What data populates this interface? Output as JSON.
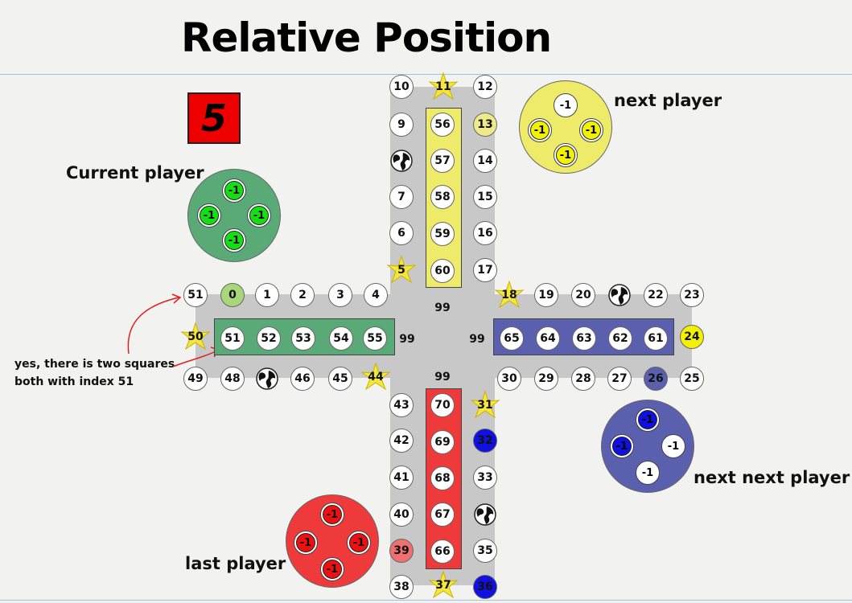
{
  "title": "Relative Position",
  "dice": {
    "value": "5",
    "color": "#ee0000"
  },
  "labels": {
    "current": "Current player",
    "next": "next player",
    "next_next": "next next player",
    "last": "last player"
  },
  "note": "yes, there is two squares both with index 51",
  "colors": {
    "green": "#5aaa78",
    "yellow": "#eeea6a",
    "blue": "#5a5fae",
    "red": "#ee3a3a",
    "board": "#c8c8c8"
  },
  "center_values": {
    "top": "99",
    "left": "99",
    "right": "99",
    "bottom": "99"
  },
  "bases": {
    "green": {
      "pieces": [
        "-1",
        "-1",
        "-1",
        "-1"
      ],
      "piece_color": "#13e013",
      "base_color": "#5aaa78"
    },
    "yellow": {
      "pieces": [
        "-1",
        "-1",
        "-1",
        "-1"
      ],
      "piece_color": "#f2f200",
      "base_color": "#eeea6a"
    },
    "blue": {
      "pieces": [
        "-1",
        "-1",
        "-1",
        "-1"
      ],
      "piece_color": "#1010e0",
      "base_color": "#5a5fae"
    },
    "red": {
      "pieces": [
        "-1",
        "-1",
        "-1",
        "-1"
      ],
      "piece_color": "#ee1010",
      "base_color": "#ee3a3a"
    }
  },
  "track": {
    "top_left_col": [
      "10",
      "9",
      "",
      "7",
      "6",
      "5"
    ],
    "top_right_col": [
      "12",
      "13",
      "14",
      "15",
      "16",
      "17"
    ],
    "top_mid": "11",
    "right_top_row": [
      "18",
      "19",
      "20",
      "",
      "22",
      "23"
    ],
    "right_bottom_row": [
      "30",
      "29",
      "28",
      "27",
      "26",
      "25"
    ],
    "right_mid": "24",
    "bottom_right_col": [
      "31",
      "32",
      "33",
      "",
      "35",
      "36"
    ],
    "bottom_left_col": [
      "43",
      "42",
      "41",
      "40",
      "39",
      "38"
    ],
    "bottom_mid": "37",
    "left_bottom_row": [
      "49",
      "48",
      "",
      "46",
      "45",
      "44"
    ],
    "left_top_row": [
      "51",
      "0",
      "1",
      "2",
      "3",
      "4"
    ],
    "left_mid": "50"
  },
  "home_lanes": {
    "yellow": [
      "56",
      "57",
      "58",
      "59",
      "60"
    ],
    "blue": [
      "65",
      "64",
      "63",
      "62",
      "61"
    ],
    "red": [
      "70",
      "69",
      "68",
      "67",
      "66"
    ],
    "green": [
      "51",
      "52",
      "53",
      "54",
      "55"
    ]
  }
}
